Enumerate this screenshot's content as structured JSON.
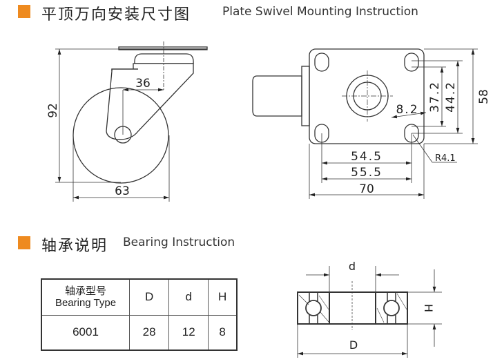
{
  "section1": {
    "title_zh": "平顶万向安装尺寸图",
    "title_en": "Plate Swivel Mounting Instruction"
  },
  "side_view": {
    "height": "92",
    "offset": "36",
    "wheel_width": "63"
  },
  "top_view": {
    "d1": "54.5",
    "d2": "55.5",
    "d3": "70",
    "h1": "37.2",
    "h2": "44.2",
    "h3": "58",
    "slot": "8.2",
    "radius": "R4.1"
  },
  "section2": {
    "title_zh": "轴承说明",
    "title_en": "Bearing Instruction"
  },
  "table": {
    "headers": {
      "type_zh": "轴承型号",
      "type_en": "Bearing Type",
      "D": "D",
      "d": "d",
      "H": "H"
    },
    "row": {
      "type": "6001",
      "D": "28",
      "d": "12",
      "H": "8"
    }
  },
  "bearing_diagram": {
    "d": "d",
    "H": "H",
    "D": "D"
  },
  "colors": {
    "accent": "#ee8a1f"
  }
}
